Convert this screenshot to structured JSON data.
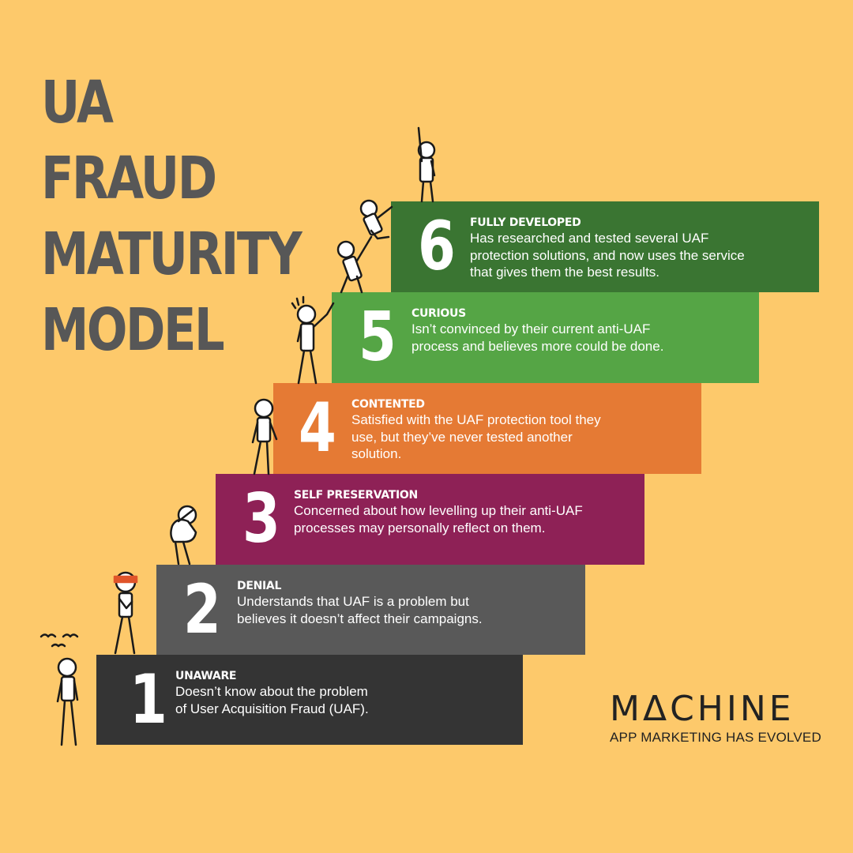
{
  "title_lines": [
    "UA FRAUD",
    "MATURITY",
    "MODEL"
  ],
  "steps": [
    {
      "number": "1",
      "heading": "UNAWARE",
      "description": "Doesn’t know about the problem of User Acquisition Fraud (UAF).",
      "color": "#343434"
    },
    {
      "number": "2",
      "heading": "DENIAL",
      "description": "Understands that UAF is a problem but believes it doesn’t affect their campaigns.",
      "color": "#595959"
    },
    {
      "number": "3",
      "heading": "SELF PRESERVATION",
      "description": "Concerned about how levelling up their anti-UAF processes may personally reflect on them.",
      "color": "#8e2156"
    },
    {
      "number": "4",
      "heading": "CONTENTED",
      "description": "Satisfied with the UAF protection tool they use, but they’ve never tested another solution.",
      "color": "#e57a34"
    },
    {
      "number": "5",
      "heading": "CURIOUS",
      "description": "Isn’t convinced by their current anti-UAF process and believes more could be done.",
      "color": "#55a545"
    },
    {
      "number": "6",
      "heading": "FULLY DEVELOPED",
      "description": "Has researched and tested several UAF protection solutions, and now uses the service that gives them the best results.",
      "color": "#3a7532"
    }
  ],
  "brand": {
    "name": "MΔCHINE",
    "tagline": "APP MARKETING HAS EVOLVED"
  },
  "background_color": "#fdc96b",
  "title_color": "#575757"
}
